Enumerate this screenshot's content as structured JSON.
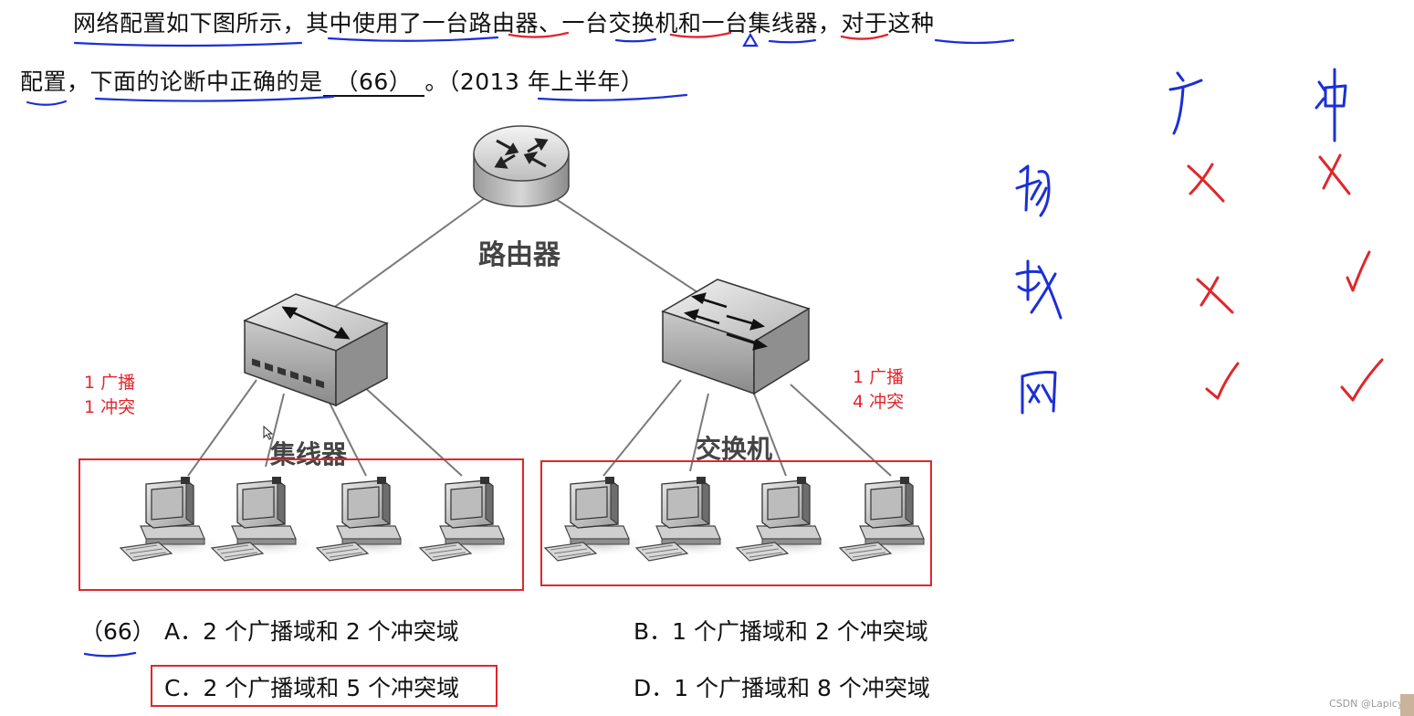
{
  "question": {
    "line1": "网络配置如下图所示，其中使用了一台路由器、一台交换机和一台集线器，对于这种",
    "line2_prefix": "配置，下面的论断中正确的是",
    "blank": "（66）",
    "line2_suffix": "。（2013 年上半年）"
  },
  "diagram": {
    "router_label": "路由器",
    "hub_label": "集线器",
    "switch_label": "交换机"
  },
  "annotations": {
    "hub_note_1": "1 广播",
    "hub_note_2": "1 冲突",
    "switch_note_1": "1 广播",
    "switch_note_2": "4 冲突"
  },
  "options": {
    "number": "（66）",
    "A": "A．2 个广播域和 2 个冲突域",
    "B": "B．1 个广播域和 2 个冲突域",
    "C": "C．2 个广播域和 5 个冲突域",
    "D": "D．1 个广播域和 8 个冲突域"
  },
  "watermark": "CSDN @Lapicy",
  "colors": {
    "ink_blue": "#1b2fd6",
    "ink_red": "#e0262b",
    "text": "#111111"
  }
}
